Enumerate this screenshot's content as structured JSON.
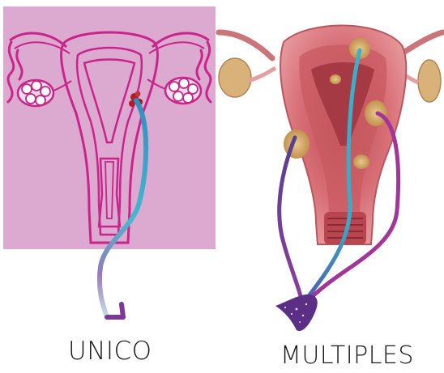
{
  "captions": {
    "single": "UNICO",
    "multiple": "MULTIPLES"
  },
  "colors": {
    "panel_background": "#dcaad0",
    "outline": "#c8248a",
    "fibroid": "#b01c28",
    "tissue": "#d9737a",
    "tissue_dark": "#a93c45",
    "nodule": "#d8b071",
    "path_teal": "#3aa9c6",
    "path_violet": "#7a3a96",
    "path_pink": "#a13598",
    "endpoint": "#5b2f86"
  },
  "icons": {
    "left_panel": "uterus-outline-illustration",
    "right_panel": "uterus-anatomy-illustration",
    "endpoint": "sparkle-blob-icon"
  }
}
